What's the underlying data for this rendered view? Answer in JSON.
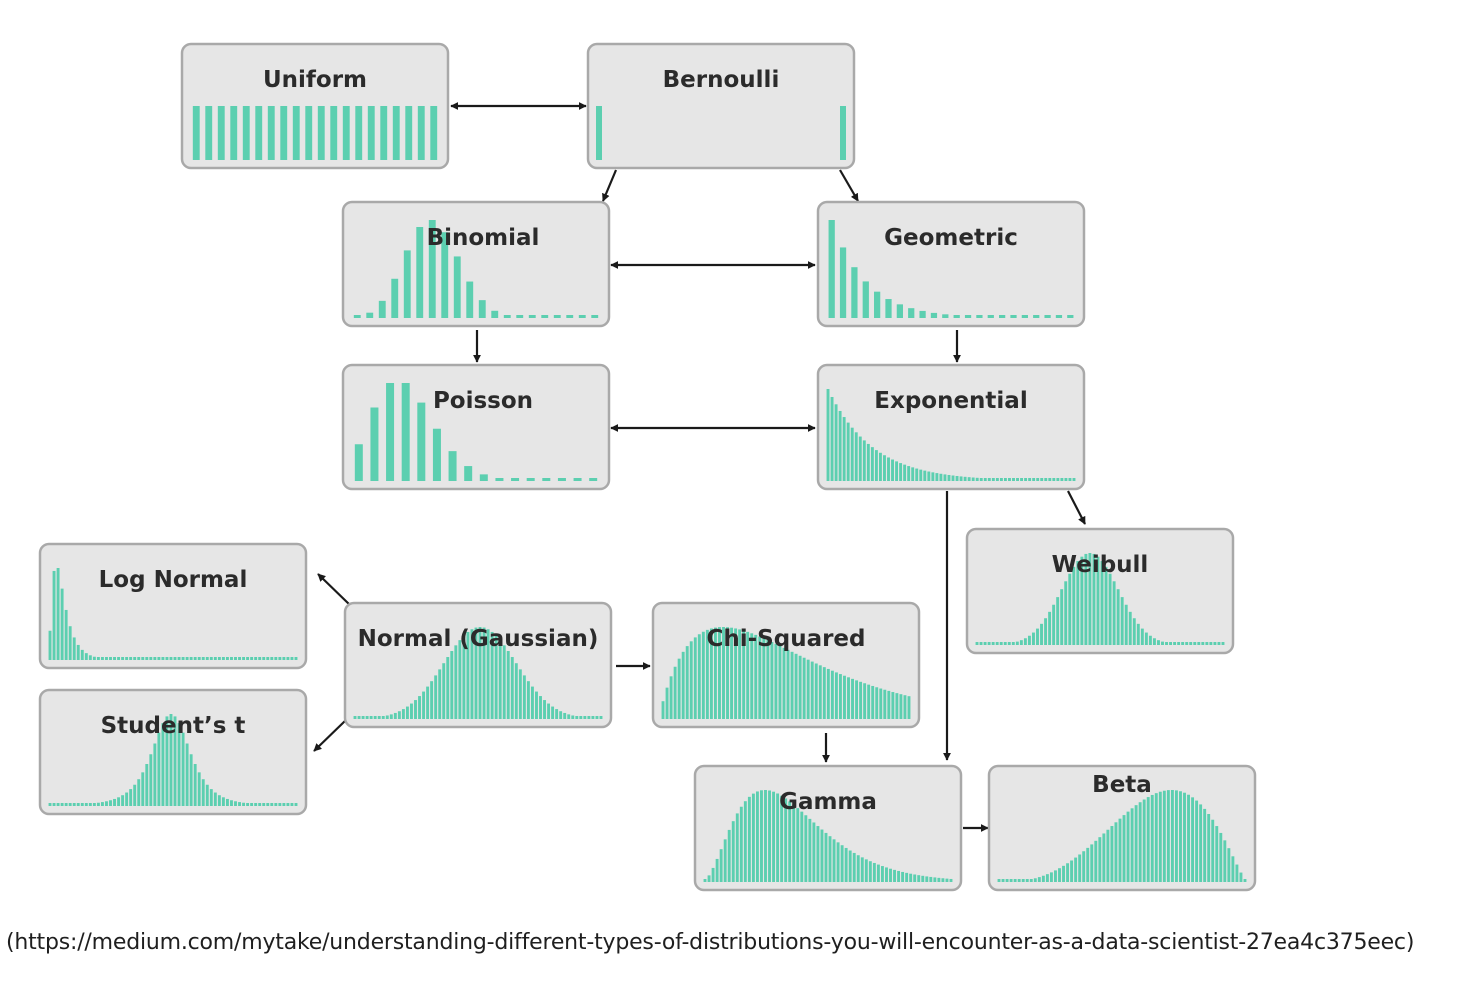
{
  "colors": {
    "box_fill": "#e6e6e6",
    "box_stroke": "#a9a9a9",
    "bar": "#5ccfb0",
    "arrow": "#1a1a1a"
  },
  "nodes": [
    {
      "id": "uniform",
      "label": "Uniform",
      "shape": "uniform"
    },
    {
      "id": "bernoulli",
      "label": "Bernoulli",
      "shape": "bernoulli"
    },
    {
      "id": "binomial",
      "label": "Binomial",
      "shape": "binomial"
    },
    {
      "id": "geometric",
      "label": "Geometric",
      "shape": "geometric"
    },
    {
      "id": "poisson",
      "label": "Poisson",
      "shape": "poisson"
    },
    {
      "id": "exponential",
      "label": "Exponential",
      "shape": "exponential"
    },
    {
      "id": "weibull",
      "label": "Weibull",
      "shape": "weibull"
    },
    {
      "id": "lognormal",
      "label": "Log Normal",
      "shape": "lognormal"
    },
    {
      "id": "normal",
      "label": "Normal (Gaussian)",
      "shape": "normal"
    },
    {
      "id": "chisquared",
      "label": "Chi-Squared",
      "shape": "chisquared"
    },
    {
      "id": "studentst",
      "label": "Student’s t",
      "shape": "studentst"
    },
    {
      "id": "gamma",
      "label": "Gamma",
      "shape": "gamma"
    },
    {
      "id": "beta",
      "label": "Beta",
      "shape": "beta"
    }
  ],
  "edges": [
    {
      "from": "uniform",
      "to": "bernoulli",
      "bidirectional": true
    },
    {
      "from": "bernoulli",
      "to": "binomial",
      "bidirectional": false
    },
    {
      "from": "bernoulli",
      "to": "geometric",
      "bidirectional": false
    },
    {
      "from": "binomial",
      "to": "geometric",
      "bidirectional": true
    },
    {
      "from": "binomial",
      "to": "poisson",
      "bidirectional": false
    },
    {
      "from": "geometric",
      "to": "exponential",
      "bidirectional": false
    },
    {
      "from": "poisson",
      "to": "exponential",
      "bidirectional": true
    },
    {
      "from": "exponential",
      "to": "weibull",
      "bidirectional": false
    },
    {
      "from": "exponential",
      "to": "gamma",
      "bidirectional": false
    },
    {
      "from": "normal",
      "to": "lognormal",
      "bidirectional": false
    },
    {
      "from": "normal",
      "to": "studentst",
      "bidirectional": false
    },
    {
      "from": "normal",
      "to": "chisquared",
      "bidirectional": false
    },
    {
      "from": "chisquared",
      "to": "gamma",
      "bidirectional": false
    },
    {
      "from": "gamma",
      "to": "beta",
      "bidirectional": false
    }
  ],
  "caption": "(https://medium.com/mytake/understanding-different-types-of-distributions-you-will-encounter-as-a-data-scientist-27ea4c375eec)"
}
